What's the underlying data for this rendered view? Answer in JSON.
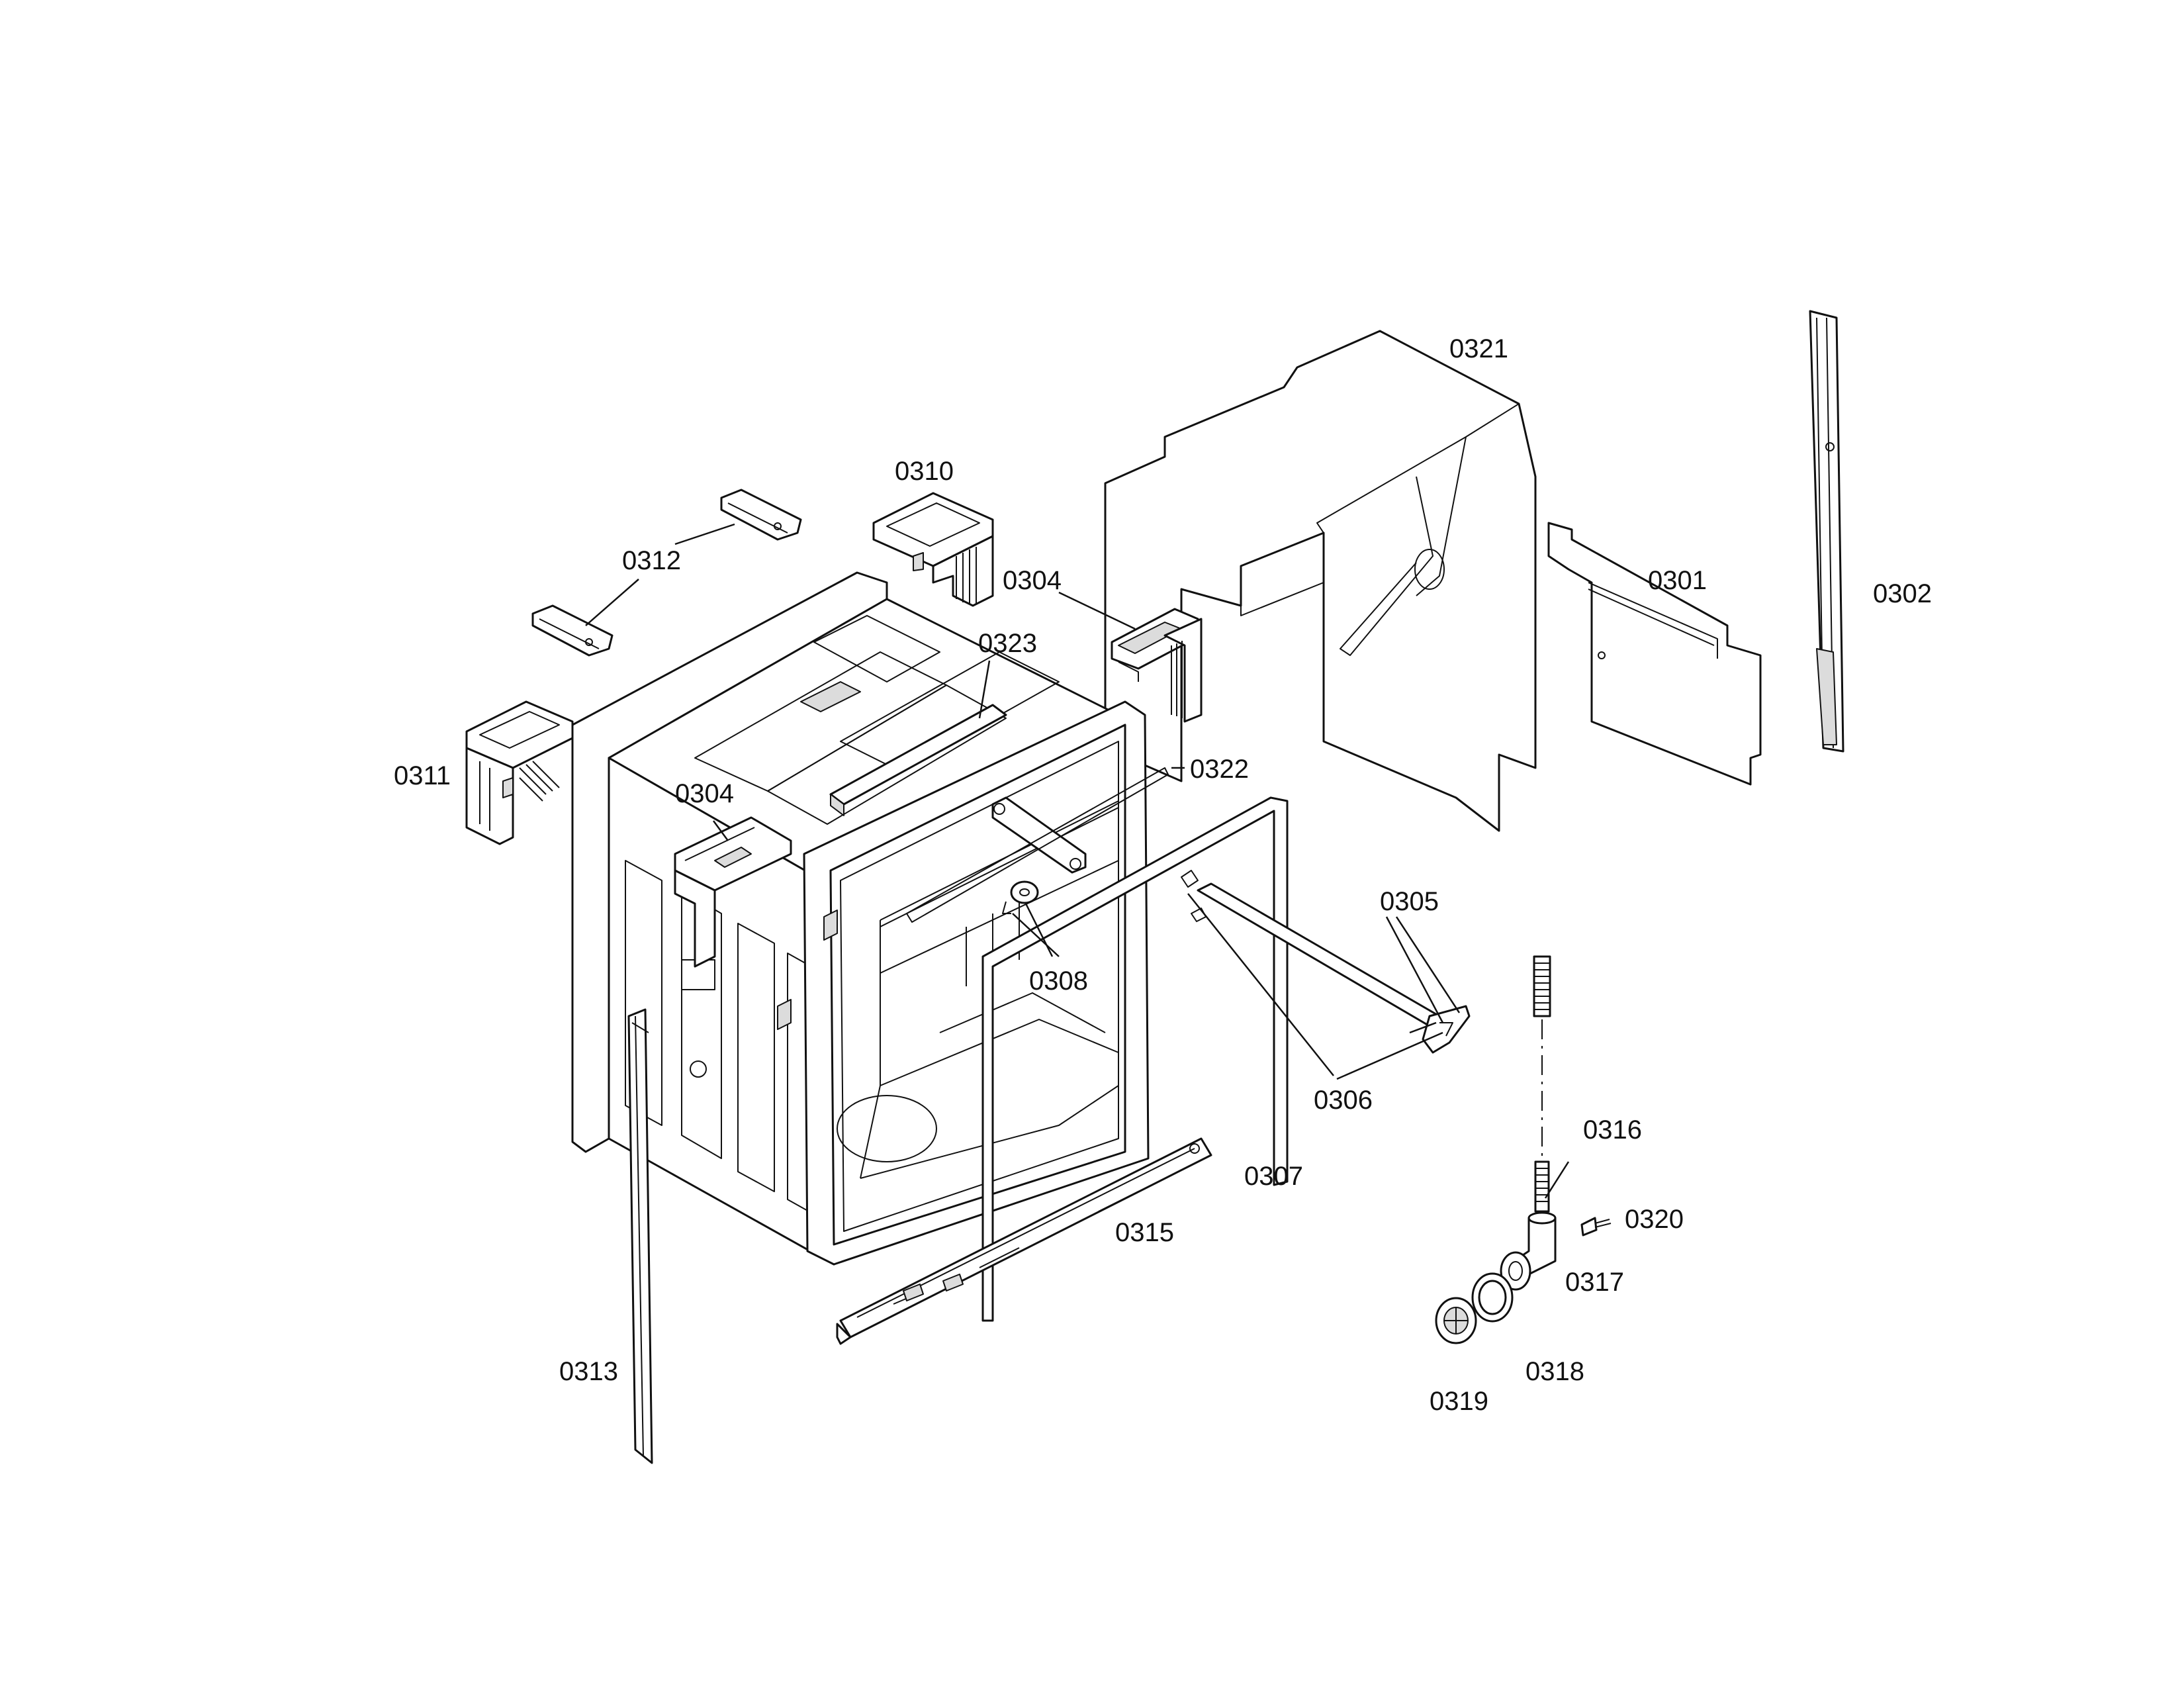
{
  "labels": {
    "p0301": "0301",
    "p0302": "0302",
    "p0304a": "0304",
    "p0304b": "0304",
    "p0305": "0305",
    "p0306": "0306",
    "p0307": "0307",
    "p0308": "0308",
    "p0310": "0310",
    "p0311": "0311",
    "p0312": "0312",
    "p0313": "0313",
    "p0315": "0315",
    "p0316": "0316",
    "p0317": "0317",
    "p0318": "0318",
    "p0319": "0319",
    "p0320": "0320",
    "p0321": "0321",
    "p0322": "0322",
    "p0323": "0323"
  }
}
